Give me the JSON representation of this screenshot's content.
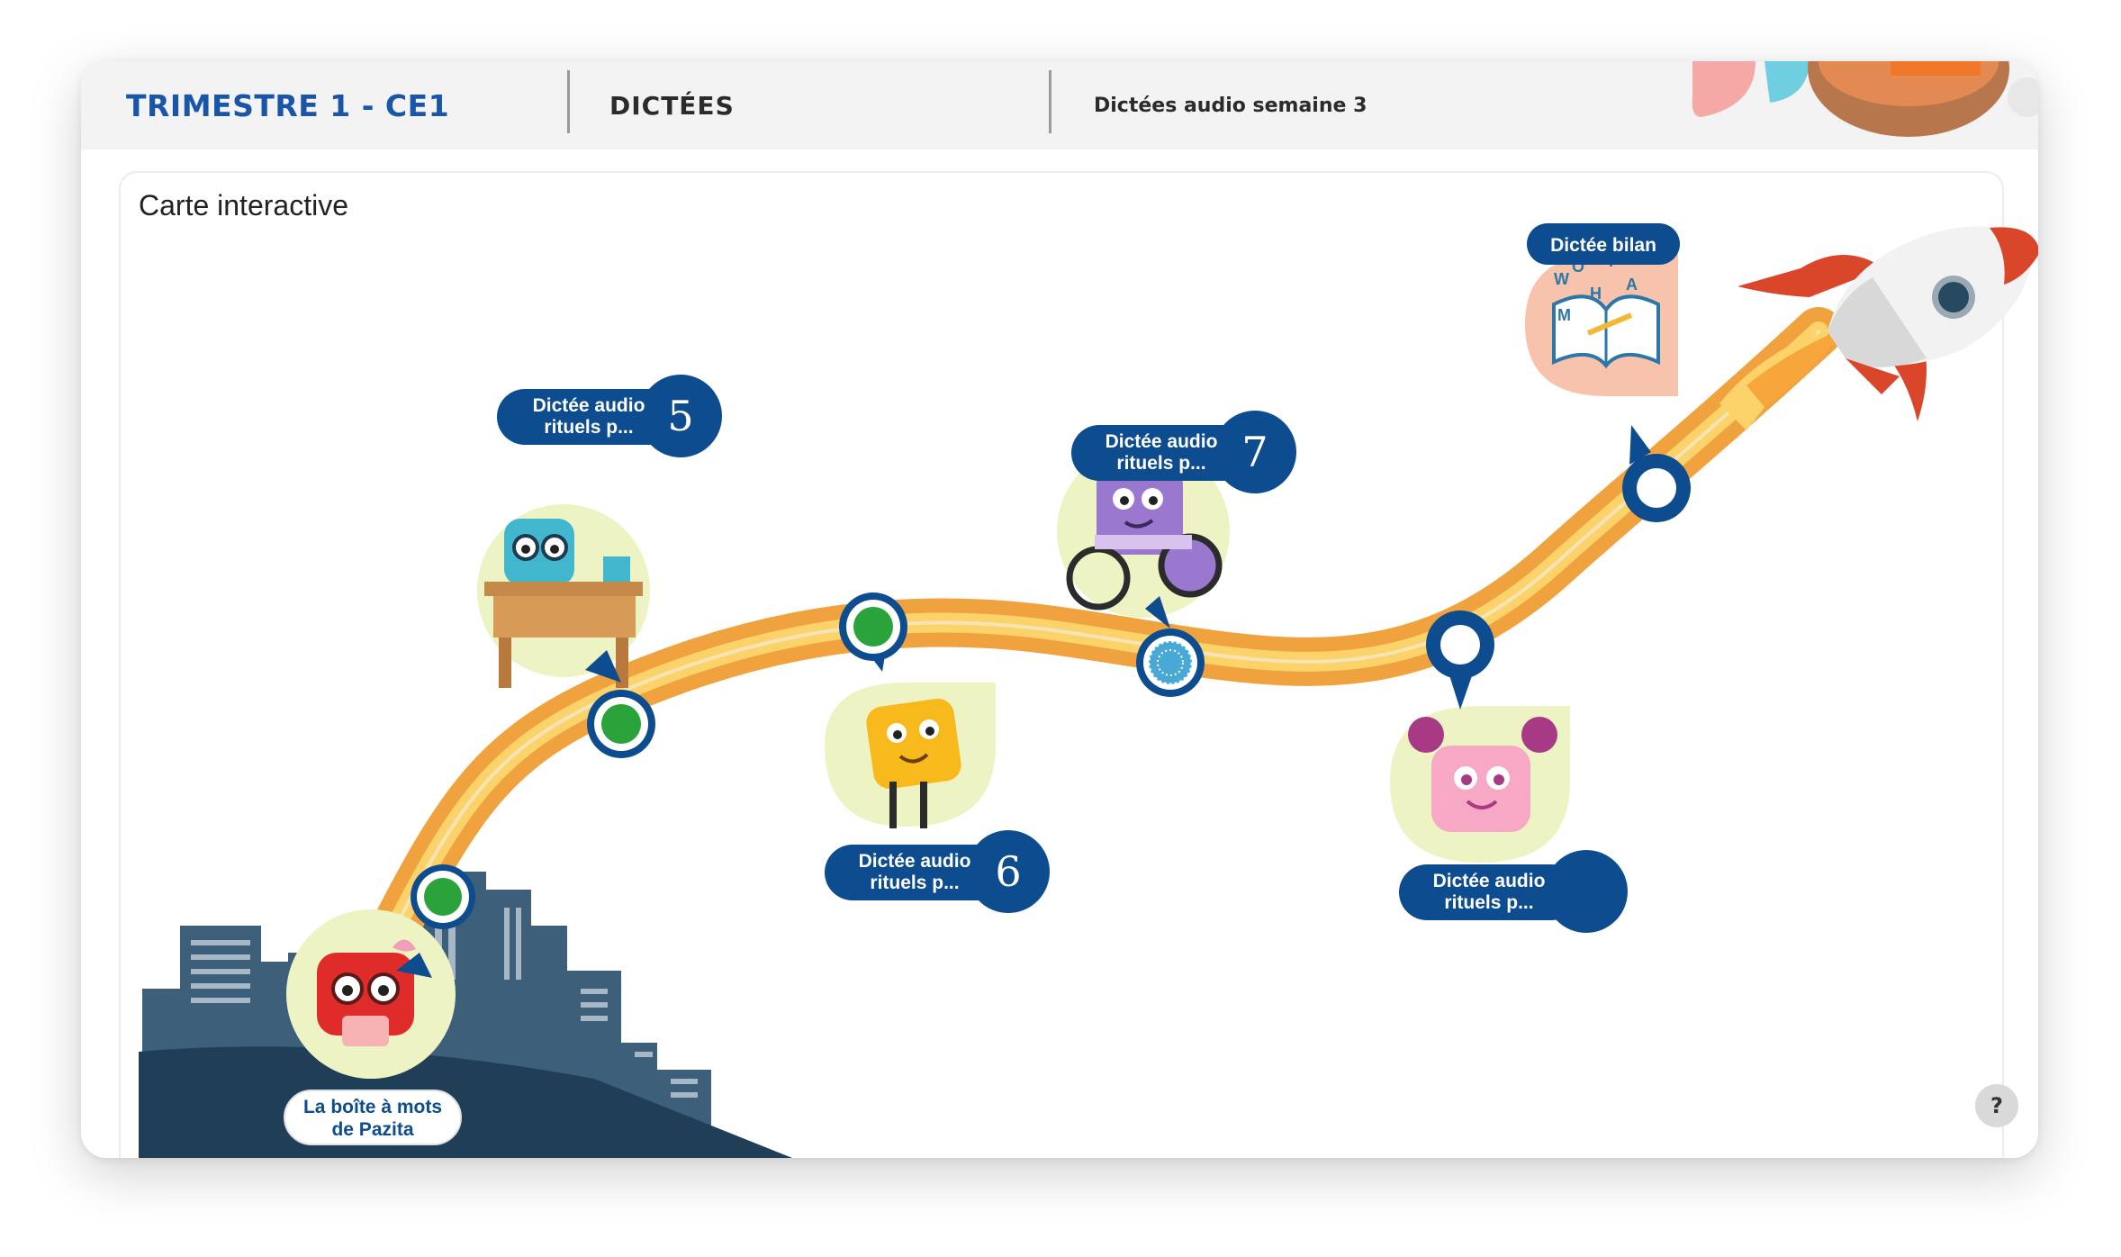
{
  "header": {
    "level": "TRIMESTRE 1 - CE1",
    "section": "DICTÉES",
    "page": "Dictées audio semaine 3"
  },
  "panel": {
    "title": "Carte interactive"
  },
  "map": {
    "stops": [
      {
        "label_line1": "La boîte à mots",
        "label_line2": "de Pazita",
        "status": "completed"
      },
      {
        "label_line1": "Dictée audio",
        "label_line2": "rituels p...",
        "number": "5",
        "status": "completed"
      },
      {
        "label_line1": "Dictée audio",
        "label_line2": "rituels p...",
        "number": "6",
        "status": "completed"
      },
      {
        "label_line1": "Dictée audio",
        "label_line2": "rituels p...",
        "number": "7",
        "status": "in-progress"
      },
      {
        "label_line1": "Dictée audio",
        "label_line2": "rituels p...",
        "number": "",
        "status": "not-started"
      },
      {
        "label_line1": "Dictée bilan",
        "status": "not-started"
      }
    ]
  },
  "help": {
    "label": "?"
  },
  "colors": {
    "brand_blue": "#0d4c8f",
    "header_blue": "#1a56a7",
    "path_orange": "#f0a23e",
    "path_yellow": "#fbd36a",
    "done_green": "#2aa33b",
    "progress_blue": "#48a9d6",
    "character_bg": "#eef3c4"
  }
}
